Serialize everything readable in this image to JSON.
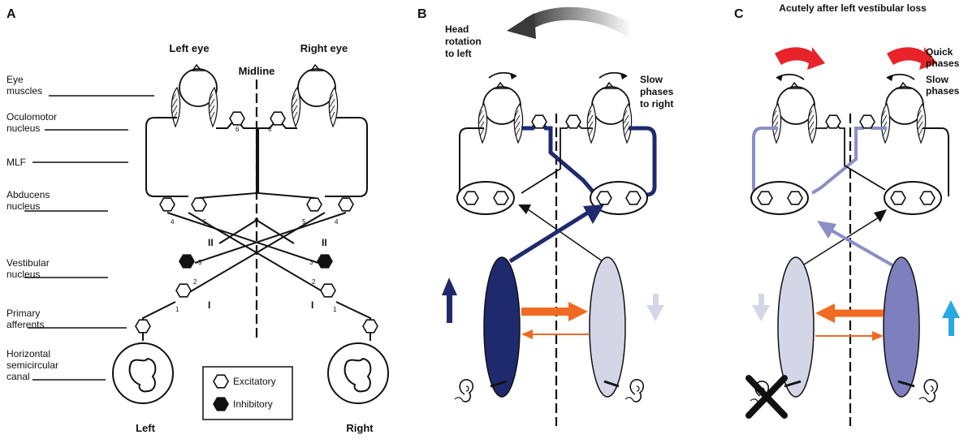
{
  "panels": {
    "a": {
      "letter": "A",
      "left_eye": "Left eye",
      "right_eye": "Right eye",
      "midline": "Midline",
      "row_labels": {
        "eye_muscles": [
          "Eye",
          "muscles"
        ],
        "oculomotor": [
          "Oculomotor",
          "nucleus"
        ],
        "mlf": [
          "MLF"
        ],
        "abducens": [
          "Abducens",
          "nucleus"
        ],
        "vestibular": [
          "Vestibular",
          "nucleus"
        ],
        "primary": [
          "Primary",
          "afferents"
        ],
        "canal": [
          "Horizontal",
          "semicircular",
          "canal"
        ]
      },
      "neuron_numbers": [
        "1",
        "2",
        "3",
        "4",
        "5",
        "6"
      ],
      "roman_I": "I",
      "roman_II": "II",
      "bottom_left": "Left",
      "bottom_right": "Right",
      "legend": {
        "excitatory": "Excitatory",
        "inhibitory": "Inhibitory"
      }
    },
    "b": {
      "letter": "B",
      "head_rotation": [
        "Head",
        "rotation",
        "to left"
      ],
      "slow_phases": [
        "Slow",
        "phases",
        "to right"
      ]
    },
    "c": {
      "letter": "C",
      "title": "Acutely after left vestibular loss",
      "quick_phases": [
        "Quick",
        "phases"
      ],
      "slow_phases": [
        "Slow",
        "phases"
      ]
    }
  },
  "colors": {
    "navy": "#1f2a6e",
    "light_lavender": "#d4d6e8",
    "mid_blue": "#7d80bd",
    "pale_blue_line": "#8a8fc6",
    "orange": "#f06a22",
    "red": "#e8232a",
    "cyan": "#27a9e1",
    "gray": "#777777"
  }
}
